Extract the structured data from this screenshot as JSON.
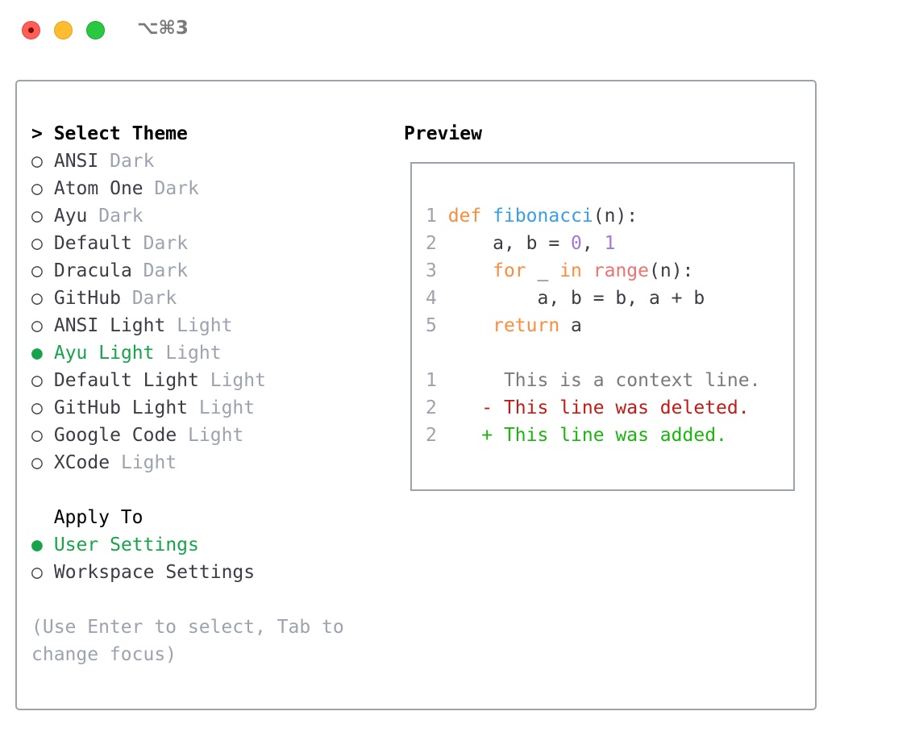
{
  "titlebar": {
    "shortcut": "⌥⌘3"
  },
  "theme_section": {
    "title": "> Select Theme",
    "items": [
      {
        "name": "ANSI",
        "kind": "Dark",
        "selected": false
      },
      {
        "name": "Atom One",
        "kind": "Dark",
        "selected": false
      },
      {
        "name": "Ayu",
        "kind": "Dark",
        "selected": false
      },
      {
        "name": "Default",
        "kind": "Dark",
        "selected": false
      },
      {
        "name": "Dracula",
        "kind": "Dark",
        "selected": false
      },
      {
        "name": "GitHub",
        "kind": "Dark",
        "selected": false
      },
      {
        "name": "ANSI Light",
        "kind": "Light",
        "selected": false
      },
      {
        "name": "Ayu Light",
        "kind": "Light",
        "selected": true
      },
      {
        "name": "Default Light",
        "kind": "Light",
        "selected": false
      },
      {
        "name": "GitHub Light",
        "kind": "Light",
        "selected": false
      },
      {
        "name": "Google Code",
        "kind": "Light",
        "selected": false
      },
      {
        "name": "XCode",
        "kind": "Light",
        "selected": false
      }
    ]
  },
  "apply_section": {
    "title": "Apply To",
    "items": [
      {
        "name": "User Settings",
        "selected": true
      },
      {
        "name": "Workspace Settings",
        "selected": false
      }
    ]
  },
  "help": {
    "line1": "(Use Enter to select, Tab to",
    "line2": "change focus)"
  },
  "radio": {
    "on": "●",
    "off": "○"
  },
  "preview": {
    "title": "Preview",
    "code": {
      "l1": {
        "n": "1",
        "kw": "def",
        "fn": "fibonacci",
        "rest": "(n):"
      },
      "l2": {
        "n": "2",
        "a": "a, b = ",
        "n0": "0",
        "comma": ", ",
        "n1": "1"
      },
      "l3": {
        "n": "3",
        "kw1": "for",
        "mid": " _ ",
        "kw2": "in",
        "bi": "range",
        "rest": "(n):"
      },
      "l4": {
        "n": "4",
        "text": "a, b = b, a + b"
      },
      "l5": {
        "n": "5",
        "kw": "return",
        "rest": " a"
      }
    },
    "diff": [
      {
        "n": "1",
        "text": "This is a context line.",
        "type": "context"
      },
      {
        "n": "2",
        "text": "- This line was deleted.",
        "type": "deleted"
      },
      {
        "n": "2",
        "text": "+ This line was added.",
        "type": "added"
      }
    ]
  },
  "colors": {
    "selected": "#16a34a",
    "muted": "#9ca3af",
    "keyword": "#fa8d3e",
    "function": "#399ee6",
    "number": "#a37acc",
    "builtin": "#f07171",
    "deleted": "#c41a16",
    "added": "#1cb50f"
  }
}
